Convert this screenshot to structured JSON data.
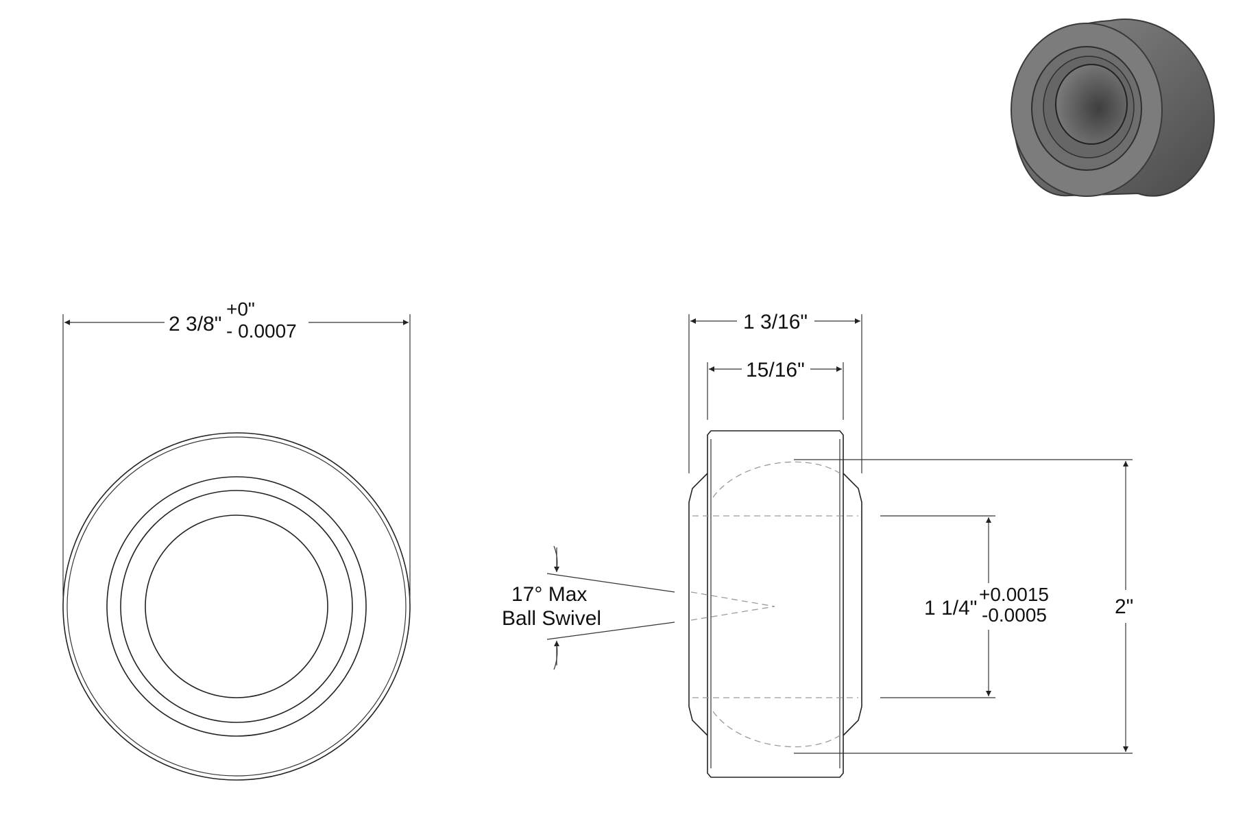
{
  "drawing": {
    "front_view": {
      "outer_diameter": "2 3/8\"",
      "od_tolerance_plus": "+0\"",
      "od_tolerance_minus": "- 0.0007"
    },
    "side_view": {
      "overall_width": "1 3/16\"",
      "inner_width": "15/16\"",
      "bore": "1 1/4\"",
      "bore_tolerance_plus": "+0.0015",
      "bore_tolerance_minus": "-0.0005",
      "ball_diameter": "2\""
    },
    "swivel_note": {
      "line1": "17° Max",
      "line2": "Ball Swivel"
    },
    "iso_view": {
      "body_color": "#6e6e6e",
      "edge_color": "#3a3a3a"
    },
    "colors": {
      "line": "#222222",
      "hidden_line": "#9a9a9a",
      "background": "#ffffff"
    }
  }
}
